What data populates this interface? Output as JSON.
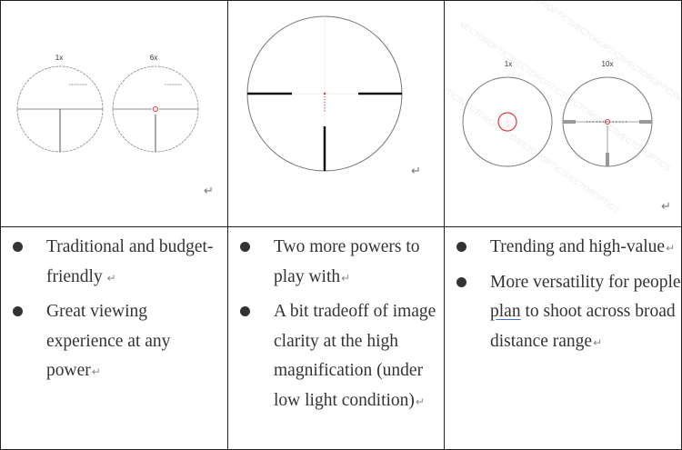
{
  "columns": [
    {
      "image": {
        "description": "Traditional reticle shown at two magnifications",
        "labels": [
          "1x",
          "6x"
        ],
        "paragraph_mark": "↵"
      },
      "bullets": [
        {
          "text": "Traditional and budget-friendly",
          "mark": " ↵"
        },
        {
          "text": "Great viewing experience at any power",
          "mark": "↵"
        }
      ]
    },
    {
      "image": {
        "description": "Single large reticle with heavy posts and red center dot",
        "labels": [],
        "paragraph_mark": "↵"
      },
      "bullets": [
        {
          "text": "Two more powers to play with",
          "mark": "↵"
        },
        {
          "text": "A bit tradeoff of image clarity at the high magnification (under low light condition)",
          "mark": "↵"
        }
      ]
    },
    {
      "image": {
        "description": "LPVO reticle with red circle dot at 1x and hashed crosshair at 10x",
        "labels": [
          "1x",
          "10x"
        ],
        "watermark": "VECTOROPTICS",
        "paragraph_mark": "↵"
      },
      "bullets": [
        {
          "text": "Trending and high-value",
          "mark": "↵"
        },
        {
          "text_before": "More versatility for people ",
          "text_flagged": "plan",
          "text_after": " to shoot across broad distance range",
          "mark": "↵"
        }
      ]
    }
  ],
  "colors": {
    "border": "#222222",
    "text": "#333333",
    "reticle_red": "#e23b3b",
    "spellcheck_underline": "#3b6fd8"
  }
}
